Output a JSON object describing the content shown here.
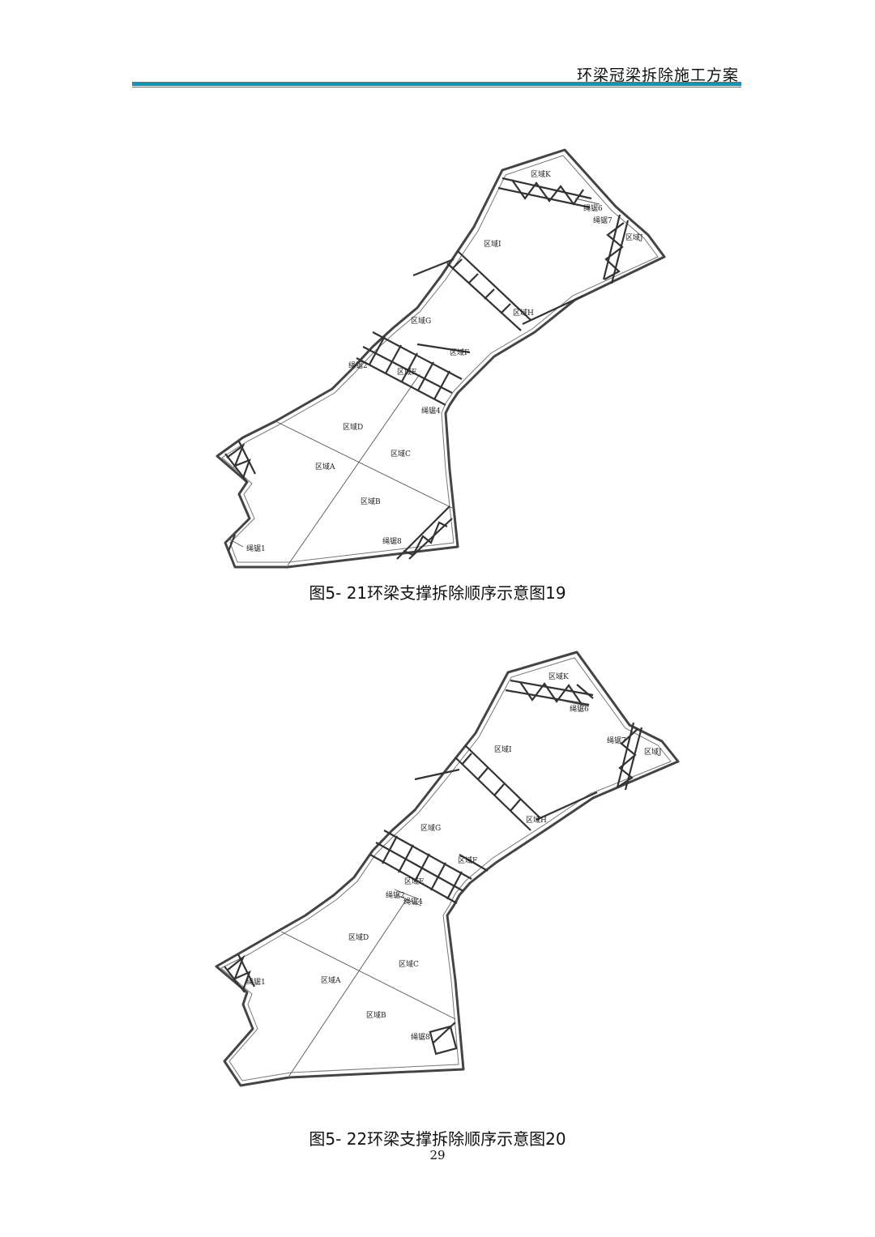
{
  "header": {
    "title": "环梁冠梁拆除施工方案"
  },
  "figures": [
    {
      "caption": "图5- 21环梁支撑拆除顺序示意图19",
      "labels": {
        "zone_k": "区域K",
        "zone_j": "区域J",
        "zone_i": "区域I",
        "zone_h": "区域H",
        "zone_g": "区域G",
        "zone_f": "区域F",
        "zone_e": "区域E",
        "zone_d": "区域D",
        "zone_c": "区域C",
        "zone_a": "区域A",
        "zone_b": "区域B",
        "anchor_1": "绳锯1",
        "anchor_2": "绳锯2",
        "anchor_4": "绳锯4",
        "anchor_6": "绳锯6",
        "anchor_7": "绳锯7",
        "anchor_8": "绳锯8"
      }
    },
    {
      "caption": "图5- 22环梁支撑拆除顺序示意图20",
      "labels": {
        "zone_k": "区域K",
        "zone_j": "区域J",
        "zone_i": "区域I",
        "zone_h": "区域H",
        "zone_g": "区域G",
        "zone_f": "区域F",
        "zone_e": "区域E",
        "zone_d": "区域D",
        "zone_c": "区域C",
        "zone_a": "区域A",
        "zone_b": "区域B",
        "anchor_1": "绳锯1",
        "anchor_2": "绳锯2",
        "anchor_4": "绳锯4",
        "anchor_6": "绳锯6",
        "anchor_7": "绳锯7",
        "anchor_8": "绳锯8"
      }
    }
  ],
  "page_number": "29"
}
